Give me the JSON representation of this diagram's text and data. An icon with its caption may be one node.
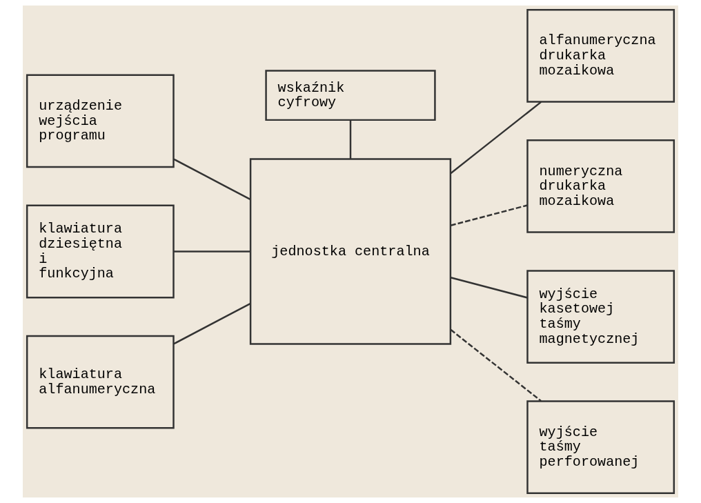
{
  "diagram": {
    "nodes": [
      {
        "text": [
          "urządzenie wejścia programu"
        ]
      },
      {
        "text": [
          "wskaźnik cyfrowy"
        ]
      },
      {
        "text": [
          "alfanumeryczna drukarka mozaikowa"
        ]
      },
      {
        "text": [
          "numeryczna drukarka mozaikowa"
        ]
      },
      {
        "text": [
          "klawiatura dziesiętna i funkcyjna"
        ]
      },
      {
        "text": [
          "jednostka centralna"
        ]
      },
      {
        "text": [
          "wyjście kasetowej taśmy magnetycznej"
        ]
      },
      {
        "text": [
          "klawiatura alfanumeryczna"
        ]
      },
      {
        "text": [
          "wyjście taśmy perforowanej"
        ]
      }
    ],
    "edges": [
      {
        "from": 0,
        "to": 5,
        "arrow": "none"
      },
      {
        "from": 1,
        "to": 5,
        "arrow": "none"
      },
      {
        "from": 5,
        "to": 2,
        "arrow": "none"
      },
      {
        "from": 5,
        "to": 3,
        "arrow": "none",
        "style": "dashed"
      },
      {
        "from": 4,
        "to": 5,
        "arrow": "none"
      },
      {
        "from": 5,
        "to": 6,
        "arrow": "none"
      },
      {
        "from": 5,
        "to": 8,
        "arrow": "none",
        "style": "dashed"
      },
      {
        "from": 7,
        "to": 5,
        "arrow": "none"
      }
    ]
  }
}
